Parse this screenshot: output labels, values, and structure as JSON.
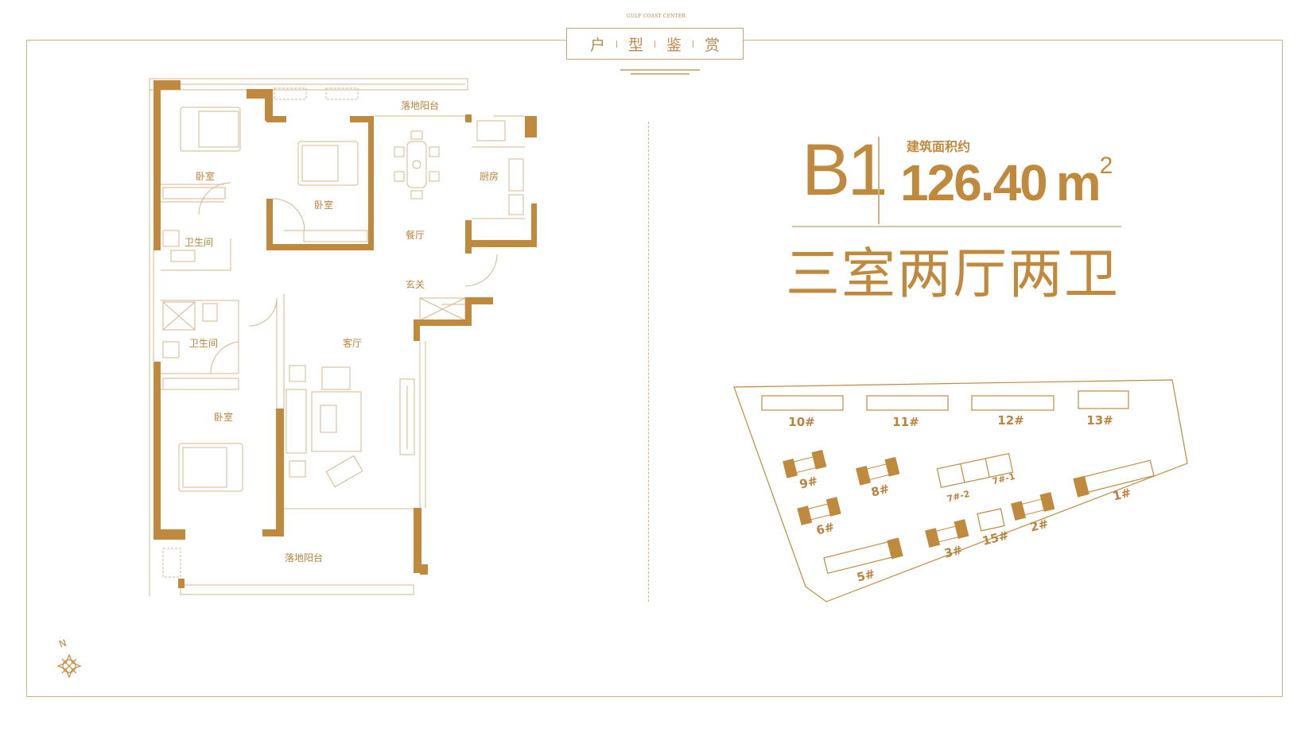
{
  "header": {
    "brand": "GULF COAST CENTER",
    "title_chars": [
      "户",
      "型",
      "鉴",
      "赏"
    ]
  },
  "unit": {
    "code": "B1",
    "area_label": "建筑面积约",
    "area_value": "126.40",
    "area_unit": "m",
    "area_sup": "2",
    "layout": "三室两厅两卫"
  },
  "floor_plan": {
    "rooms": {
      "bedroom_1": "卧室",
      "bedroom_2": "卧室",
      "bedroom_3": "卧室",
      "bathroom_1": "卫生间",
      "bathroom_2": "卫生间",
      "dining": "餐厅",
      "kitchen": "厨房",
      "foyer": "玄关",
      "living": "客厅",
      "balcony_top": "落地阳台",
      "balcony_bottom": "落地阳台"
    }
  },
  "site_plan": {
    "buildings": [
      "10#",
      "11#",
      "12#",
      "13#",
      "9#",
      "8#",
      "7#-2",
      "7#-1",
      "6#",
      "1#",
      "2#",
      "15#",
      "3#",
      "5#"
    ]
  },
  "compass": {
    "label": "N"
  },
  "colors": {
    "accent": "#c08a3e",
    "line": "#d2b088"
  }
}
